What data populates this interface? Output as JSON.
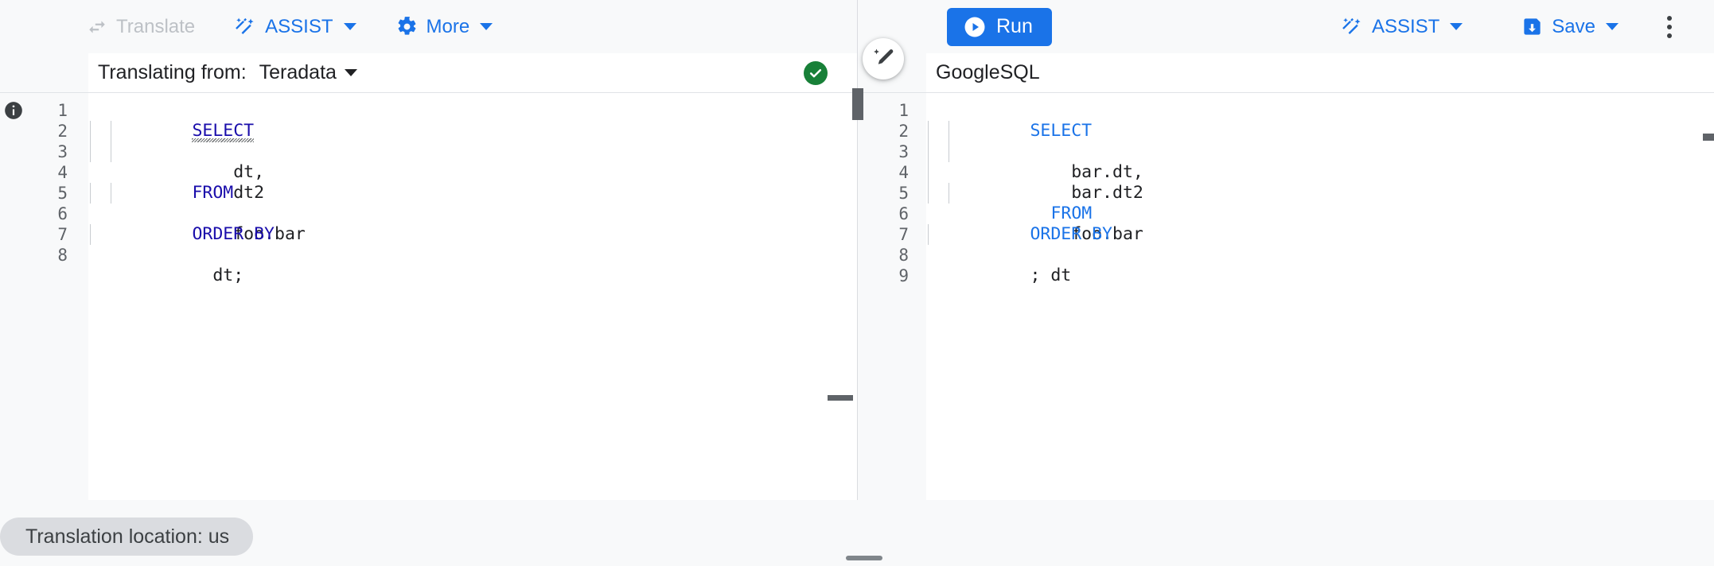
{
  "toolbar": {
    "left": [
      {
        "name": "translate",
        "label": "Translate",
        "icon": "translate-icon",
        "disabled": true,
        "caret": false
      },
      {
        "name": "assist",
        "label": "ASSIST",
        "icon": "assist-wand-icon",
        "disabled": false,
        "caret": true
      },
      {
        "name": "more",
        "label": "More",
        "icon": "gear-icon",
        "disabled": false,
        "caret": true
      }
    ],
    "right": {
      "run_label": "Run",
      "run_icon": "play-icon",
      "assist_label": "ASSIST",
      "assist_icon": "assist-wand-icon",
      "save_label": "Save",
      "save_icon": "save-disk-icon",
      "kebab_icon": "more-vert-icon"
    },
    "accent_color": "#1a73e8",
    "disabled_color": "#bdc1c6"
  },
  "left_pane": {
    "header": {
      "label": "Translating from:",
      "dialect": "Teradata",
      "caret_icon": "chevron-down-icon",
      "status_icon": "check-circle-icon",
      "status_color": "#188038"
    },
    "line_numbers": [
      "1",
      "2",
      "3",
      "4",
      "5",
      "6",
      "7",
      "8"
    ],
    "info_icon": "info-icon",
    "lines": [
      {
        "n": 1,
        "indent": 0,
        "kw": "SELECT",
        "rest": "",
        "squiggle": true
      },
      {
        "n": 2,
        "indent": 2,
        "kw": "",
        "rest": "    dt,",
        "squiggle": false
      },
      {
        "n": 3,
        "indent": 2,
        "kw": "",
        "rest": "    dt2",
        "squiggle": false
      },
      {
        "n": 4,
        "indent": 0,
        "kw": "FROM",
        "rest": "",
        "squiggle": false
      },
      {
        "n": 5,
        "indent": 2,
        "kw": "",
        "rest": "    foo.bar",
        "squiggle": false
      },
      {
        "n": 6,
        "indent": 0,
        "kw": "ORDER BY",
        "rest": "",
        "squiggle": false
      },
      {
        "n": 7,
        "indent": 1,
        "kw": "",
        "rest": "  dt;",
        "squiggle": false
      },
      {
        "n": 8,
        "indent": 0,
        "kw": "",
        "rest": "",
        "squiggle": false
      }
    ]
  },
  "right_pane": {
    "header": {
      "dialect": "GoogleSQL"
    },
    "line_numbers": [
      "1",
      "2",
      "3",
      "4",
      "5",
      "6",
      "7",
      "8",
      "9"
    ],
    "assist_fab_icon": "assist-wand-icon",
    "lines": [
      {
        "n": 1,
        "indent": 0,
        "kw": "SELECT",
        "rest": ""
      },
      {
        "n": 2,
        "indent": 2,
        "kw": "",
        "rest": "    bar.dt,"
      },
      {
        "n": 3,
        "indent": 2,
        "kw": "",
        "rest": "    bar.dt2"
      },
      {
        "n": 4,
        "indent": 1,
        "kw": "FROM",
        "rest": "",
        "pad": "  "
      },
      {
        "n": 5,
        "indent": 2,
        "kw": "",
        "rest": "    foo.bar"
      },
      {
        "n": 6,
        "indent": 0,
        "kw": "ORDER BY",
        "rest": ""
      },
      {
        "n": 7,
        "indent": 1,
        "kw": "",
        "rest": "  dt"
      },
      {
        "n": 8,
        "indent": 0,
        "kw": "",
        "rest": ";"
      },
      {
        "n": 9,
        "indent": 0,
        "kw": "",
        "rest": ""
      }
    ]
  },
  "footer": {
    "location_chip": "Translation location: us"
  }
}
